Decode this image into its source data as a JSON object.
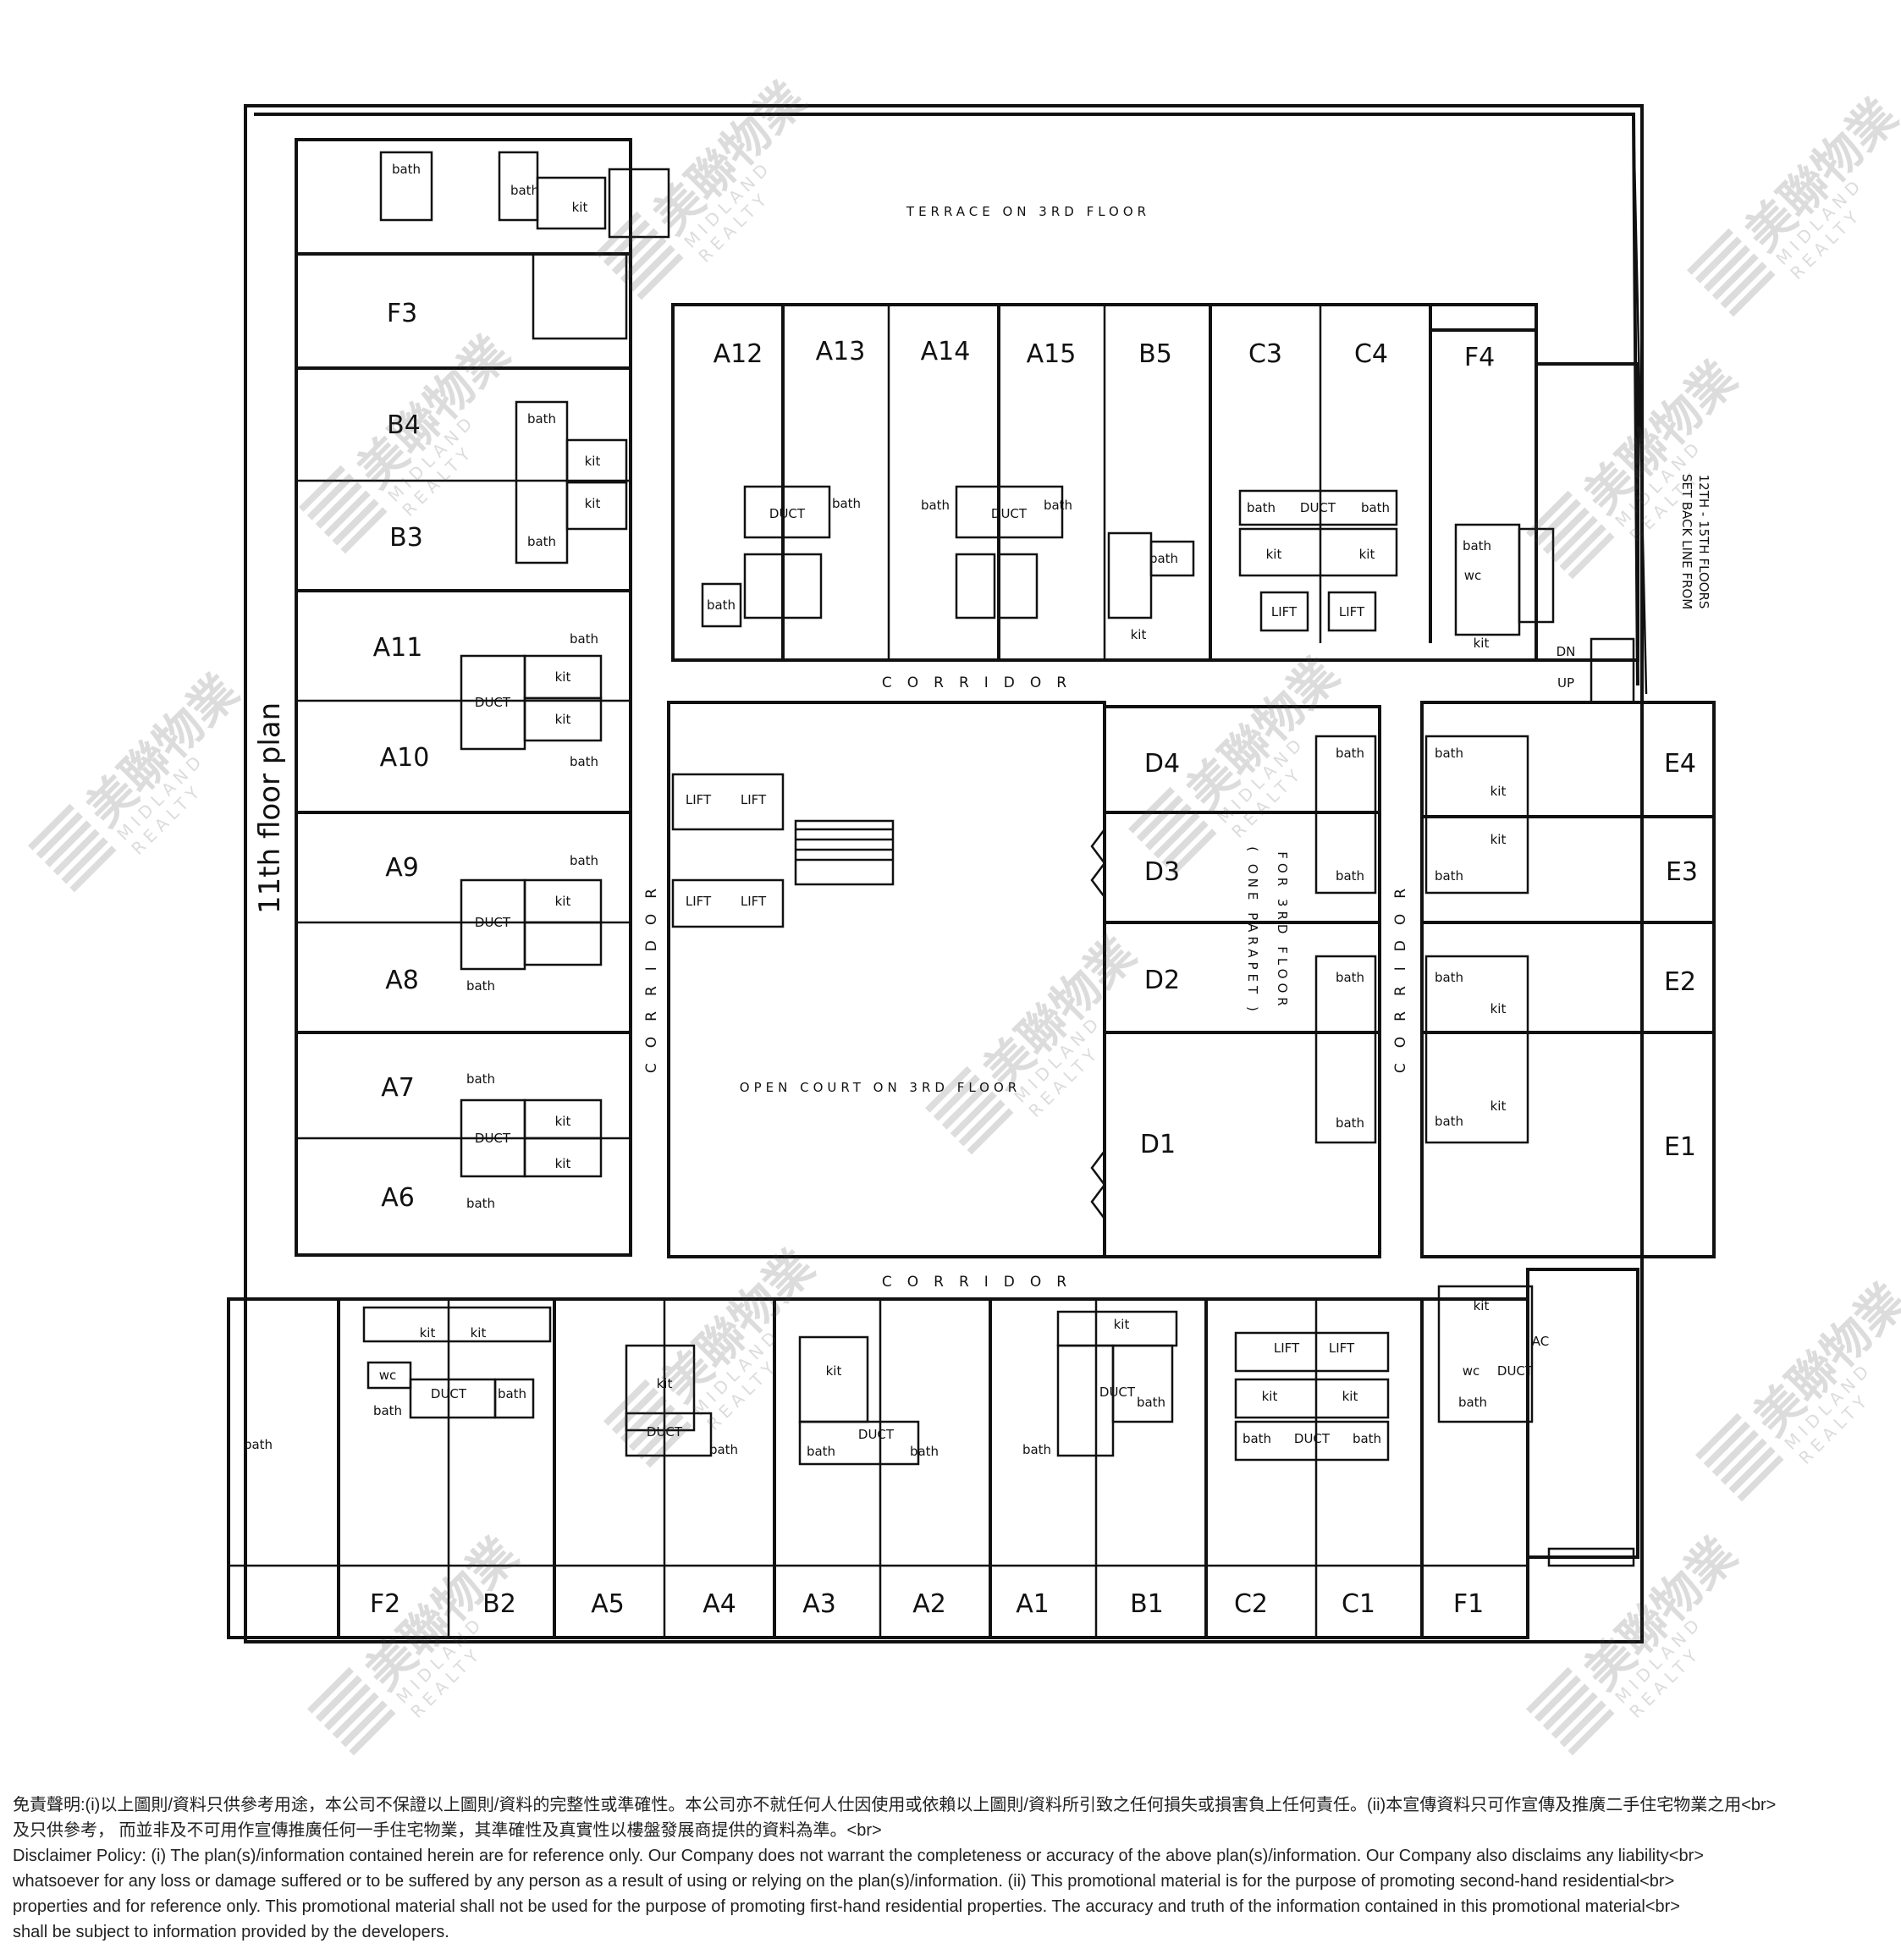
{
  "plan": {
    "title": "11th floor plan",
    "terrace_label": "TERRACE ON 3RD FLOOR",
    "open_court_label": "OPEN COURT ON 3RD FLOOR",
    "corridor_label": "CORRIDOR",
    "setback_note_1": "SET BACK LINE FROM",
    "setback_note_2": "12TH - 15TH FLOORS",
    "d_unit_note": "( ONE PARAPET )",
    "d_unit_note_2": "FOR 3RD FLOOR",
    "up_label": "UP",
    "dn_label": "DN",
    "room_labels": {
      "bath": "bath",
      "kit": "kit",
      "duct": "DUCT",
      "lift": "LIFT",
      "wc": "wc",
      "ac": "AC"
    },
    "units_top_row": [
      "A12",
      "A13",
      "A14",
      "A15",
      "B5",
      "C3",
      "C4",
      "F4"
    ],
    "units_left_column": [
      "F3",
      "B4",
      "B3",
      "A11",
      "A10",
      "A9",
      "A8",
      "A7",
      "A6"
    ],
    "units_d_block": [
      "D4",
      "D3",
      "D2",
      "D1"
    ],
    "units_e_block": [
      "E4",
      "E3",
      "E2",
      "E1"
    ],
    "units_bottom_row": [
      "F2",
      "B2",
      "A5",
      "A4",
      "A3",
      "A2",
      "A1",
      "B1",
      "C2",
      "C1",
      "F1"
    ]
  },
  "watermark": {
    "chinese": "美聯物業",
    "english": "MIDLAND REALTY"
  },
  "disclaimer": {
    "chinese_1": "免責聲明:(i)以上圖則/資料只供參考用途，本公司不保證以上圖則/資料的完整性或準確性。本公司亦不就任何人仕因使用或依賴以上圖則/資料所引致之任何損失或損害負上任何責任。(ii)本宣傳資料只可作宣傳及推廣二手住宅物業之用<br>",
    "chinese_2": "及只供參考， 而並非及不可用作宣傳推廣任何一手住宅物業，其準確性及真實性以樓盤發展商提供的資料為準。<br>",
    "english_1": "Disclaimer Policy: (i) The plan(s)/information contained herein are for reference only. Our Company does not warrant the completeness or accuracy of the above plan(s)/information. Our Company also disclaims any liability<br>",
    "english_2": "whatsoever for any loss or damage suffered or to be suffered by any person as a result of using or relying on the plan(s)/information. (ii) This promotional material is for the purpose of promoting second-hand residential<br>",
    "english_3": "properties and for reference only. This promotional material shall not be used for the purpose of promoting first-hand residential properties. The accuracy and truth of the information contained in this promotional material<br>",
    "english_4": "shall be subject to information provided by the developers."
  }
}
